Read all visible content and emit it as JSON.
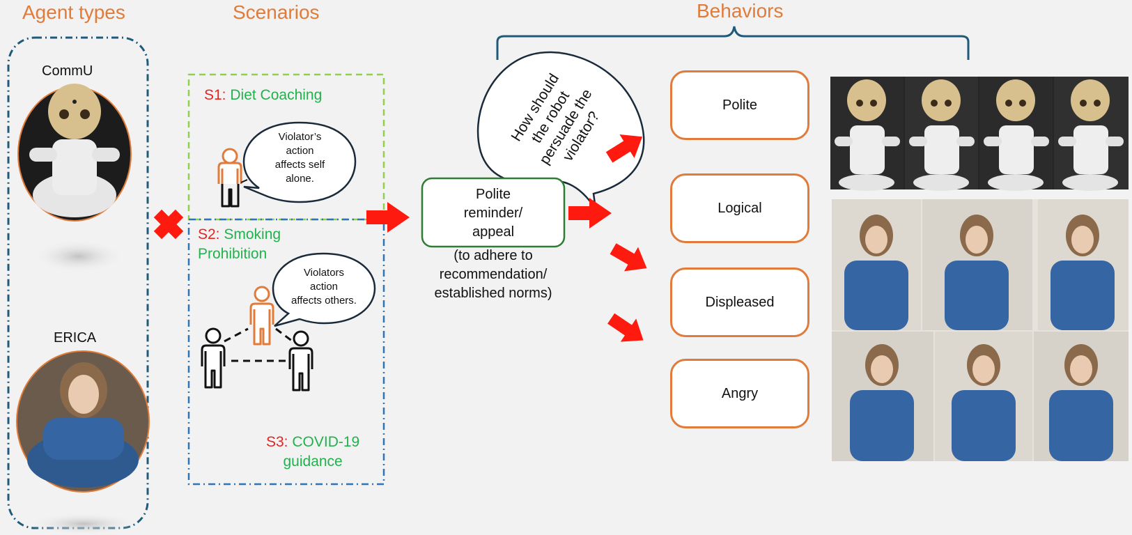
{
  "titles": {
    "agent_types": "Agent types",
    "scenarios": "Scenarios",
    "behaviors": "Behaviors"
  },
  "agents": {
    "commu": "CommU",
    "erica": "ERICA"
  },
  "scenarios": {
    "s1_id": "S1:",
    "s1_name": "Diet Coaching",
    "s2_id": "S2:",
    "s2_name_line1": "Smoking",
    "s2_name_line2": "Prohibition",
    "s3_id": "S3:",
    "s3_name_line1": "COVID-19",
    "s3_name_line2": "guidance",
    "bubble_self": [
      "Violator’s",
      "action",
      "affects self",
      "alone."
    ],
    "bubble_others": [
      "Violators",
      "action",
      "affects others."
    ]
  },
  "center": {
    "box_lines": [
      "Polite",
      "reminder/",
      "appeal"
    ],
    "sub_lines": [
      "(to adhere to",
      "recommendation/",
      "established norms)"
    ],
    "question_lines": [
      "How should",
      "the robot",
      "persuade the",
      "violator?"
    ]
  },
  "behaviors": [
    "Polite",
    "Logical",
    "Displeased",
    "Angry"
  ],
  "colors": {
    "accent_orange": "#e07b39",
    "arrow_red": "#ff1a0f",
    "dash_blue": "#1f5a7a",
    "dash_green": "#8fd14f",
    "dash_blue_s2": "#2e75b6",
    "box_green": "#2e7d32",
    "label_red": "#e8231f",
    "label_green": "#22b14c"
  }
}
